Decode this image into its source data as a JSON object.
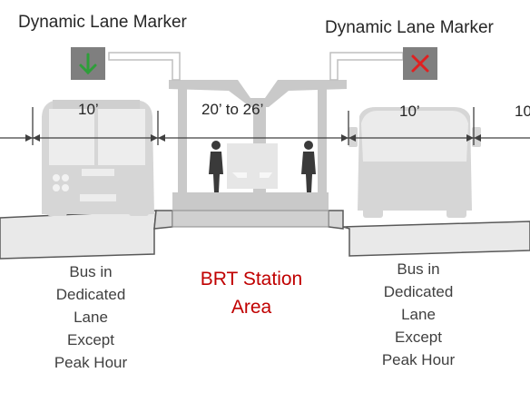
{
  "markers": {
    "left": {
      "title": "Dynamic Lane Marker",
      "signal": "green-down-arrow-icon",
      "color": "#2e9e3a"
    },
    "right": {
      "title": "Dynamic Lane Marker",
      "signal": "red-x-icon",
      "color": "#e02020"
    }
  },
  "dimensions": {
    "left_lane": "10’",
    "station": "20’ to 26’",
    "right_lane": "10’",
    "far_right_lane": "10"
  },
  "labels": {
    "left_lane": [
      "Bus in",
      "Dedicated",
      "Lane",
      "Except",
      "Peak Hour"
    ],
    "station": [
      "BRT Station",
      "Area"
    ],
    "right_lane": [
      "Bus in",
      "Dedicated",
      "Lane",
      "Except",
      "Peak Hour"
    ]
  },
  "colors": {
    "structure": "#c9c9c9",
    "pavement": "#e8e8e8",
    "outline": "#595959",
    "station_text": "#c00000",
    "sign_box": "#7f7f7f"
  }
}
